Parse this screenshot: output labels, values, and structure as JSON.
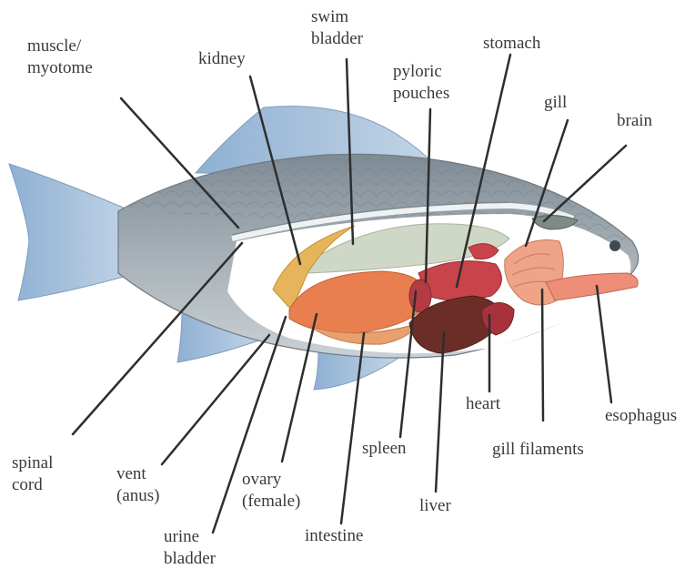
{
  "colors": {
    "label_text": "#3a3a3a",
    "leader_line": "#2e2e2e",
    "fin": "#a9c2dc",
    "body_back": "#8f9aa4",
    "belly": "#ffffff",
    "swim_bladder": "#cfd7c6",
    "kidney": "#e6b45a",
    "ovary": "#e97f4e",
    "liver": "#6b2e26",
    "stomach": "#c9434a",
    "gill": "#f0a487",
    "esophagus": "#ee8d78",
    "heart": "#a8323c"
  },
  "labels": {
    "muscle_myotome": [
      "muscle/",
      "myotome"
    ],
    "kidney": [
      "kidney"
    ],
    "swim_bladder": [
      "swim",
      "bladder"
    ],
    "pyloric_pouches": [
      "pyloric",
      "pouches"
    ],
    "stomach": [
      "stomach"
    ],
    "gill": [
      "gill"
    ],
    "brain": [
      "brain"
    ],
    "esophagus": [
      "esophagus"
    ],
    "heart": [
      "heart"
    ],
    "gill_filaments": [
      "gill filaments"
    ],
    "spleen": [
      "spleen"
    ],
    "liver": [
      "liver"
    ],
    "intestine": [
      "intestine"
    ],
    "ovary": [
      "ovary",
      "(female)"
    ],
    "urine_bladder": [
      "urine",
      "bladder"
    ],
    "vent": [
      "vent",
      "(anus)"
    ],
    "spinal_cord": [
      "spinal",
      "cord"
    ]
  }
}
